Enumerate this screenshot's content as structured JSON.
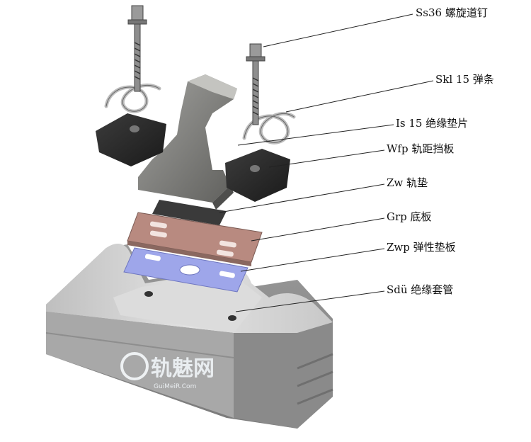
{
  "labels": {
    "screw_spike": "Ss36 螺旋道钉",
    "tension_clamp": "Skl 15 弹条",
    "insulator": "Is 15 绝缘垫片",
    "guide_plate": "Wfp 轨距挡板",
    "rail_pad": "Zw 轨垫",
    "base_plate": "Grp 底板",
    "elastic_pad": "Zwp 弹性垫板",
    "dowel": "Sdü 绝缘套管"
  },
  "watermark": {
    "brand": "轨魅网",
    "url": "GuiMeiR.Com"
  },
  "colors": {
    "background": "#ffffff",
    "base_plate": "#b88a80",
    "elastic_pad": "#9ea6ea",
    "sleeper": "#b4b4b4",
    "rail": "#8c8c8a",
    "leader": "#222222"
  }
}
